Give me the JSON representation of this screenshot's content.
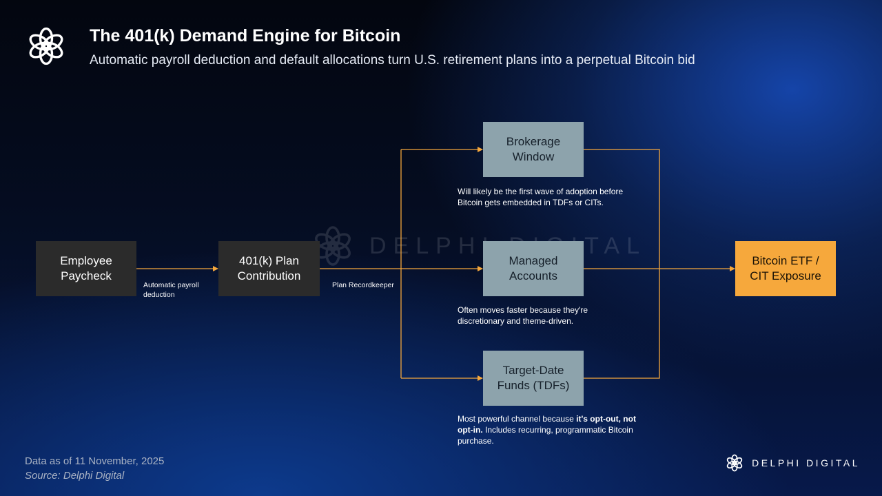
{
  "header": {
    "title": "The 401(k) Demand Engine for Bitcoin",
    "subtitle": "Automatic payroll deduction and default allocations turn U.S. retirement plans into a perpetual Bitcoin bid"
  },
  "watermark": {
    "text": "DELPHI DIGITAL"
  },
  "nodes": {
    "employee": {
      "line1": "Employee",
      "line2": "Paycheck"
    },
    "plan": {
      "line1": "401(k) Plan",
      "line2": "Contribution"
    },
    "brokerage": {
      "line1": "Brokerage",
      "line2": "Window"
    },
    "managed": {
      "line1": "Managed",
      "line2": "Accounts"
    },
    "tdf": {
      "line1": "Target-Date",
      "line2": "Funds (TDFs)"
    },
    "etf": {
      "line1": "Bitcoin ETF /",
      "line2": "CIT Exposure"
    }
  },
  "edges": {
    "payroll": {
      "line1": "Automatic payroll",
      "line2": "deduction"
    },
    "recordkeeper": "Plan Recordkeeper"
  },
  "notes": {
    "brokerage": {
      "line1": "Will likely be the first wave of adoption before",
      "line2": "Bitcoin gets embedded in TDFs or CITs."
    },
    "managed": {
      "line1": "Often moves faster because they're",
      "line2": "discretionary and theme-driven."
    },
    "tdf": {
      "pre": "Most powerful channel because ",
      "bold": "it's opt-out, not opt-in.",
      "post": " Includes recurring, programmatic Bitcoin purchase."
    }
  },
  "footer": {
    "date": "Data as of 11 November, 2025",
    "source": "Source: Delphi Digital",
    "brand": "DELPHI DIGITAL"
  },
  "colors": {
    "connector": "#f6a83c",
    "box_dark": "#2b2b2b",
    "box_grey": "#8da3ac",
    "box_orange": "#f6a83c"
  },
  "icons": {
    "logo": "delphi-knot-icon",
    "watermark": "delphi-knot-icon",
    "brand": "delphi-knot-icon"
  }
}
